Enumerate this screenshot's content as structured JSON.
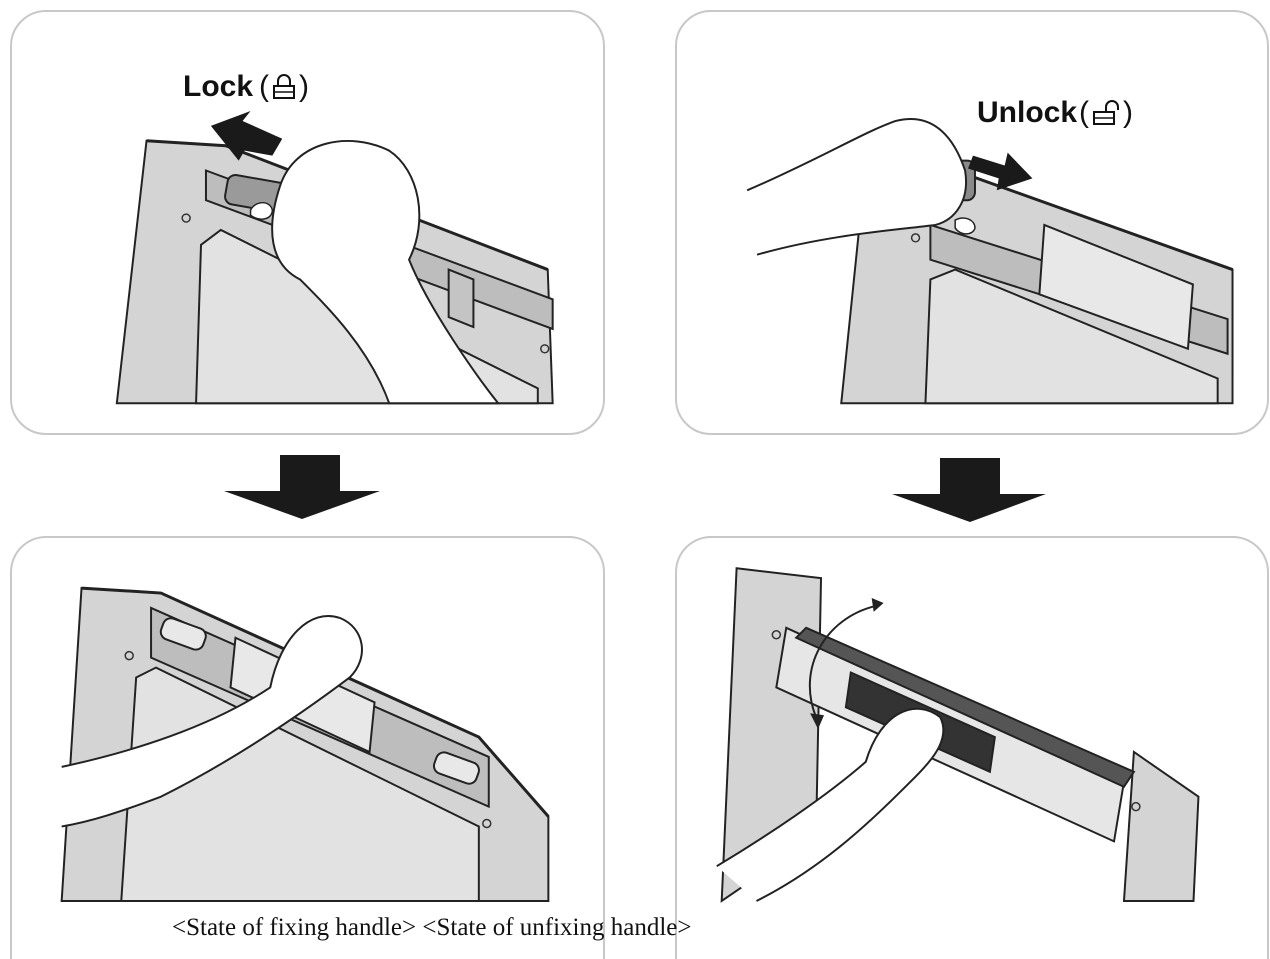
{
  "labels": {
    "lock": "Lock",
    "unlock": "Unlock",
    "open_paren": "(",
    "close_paren": ")"
  },
  "caption": "<State of fixing handle> <State of unfixing handle>",
  "icons": [
    "lock-closed-icon",
    "lock-open-icon",
    "down-arrow-icon",
    "direction-arrow-icon",
    "curved-double-arrow-icon"
  ]
}
